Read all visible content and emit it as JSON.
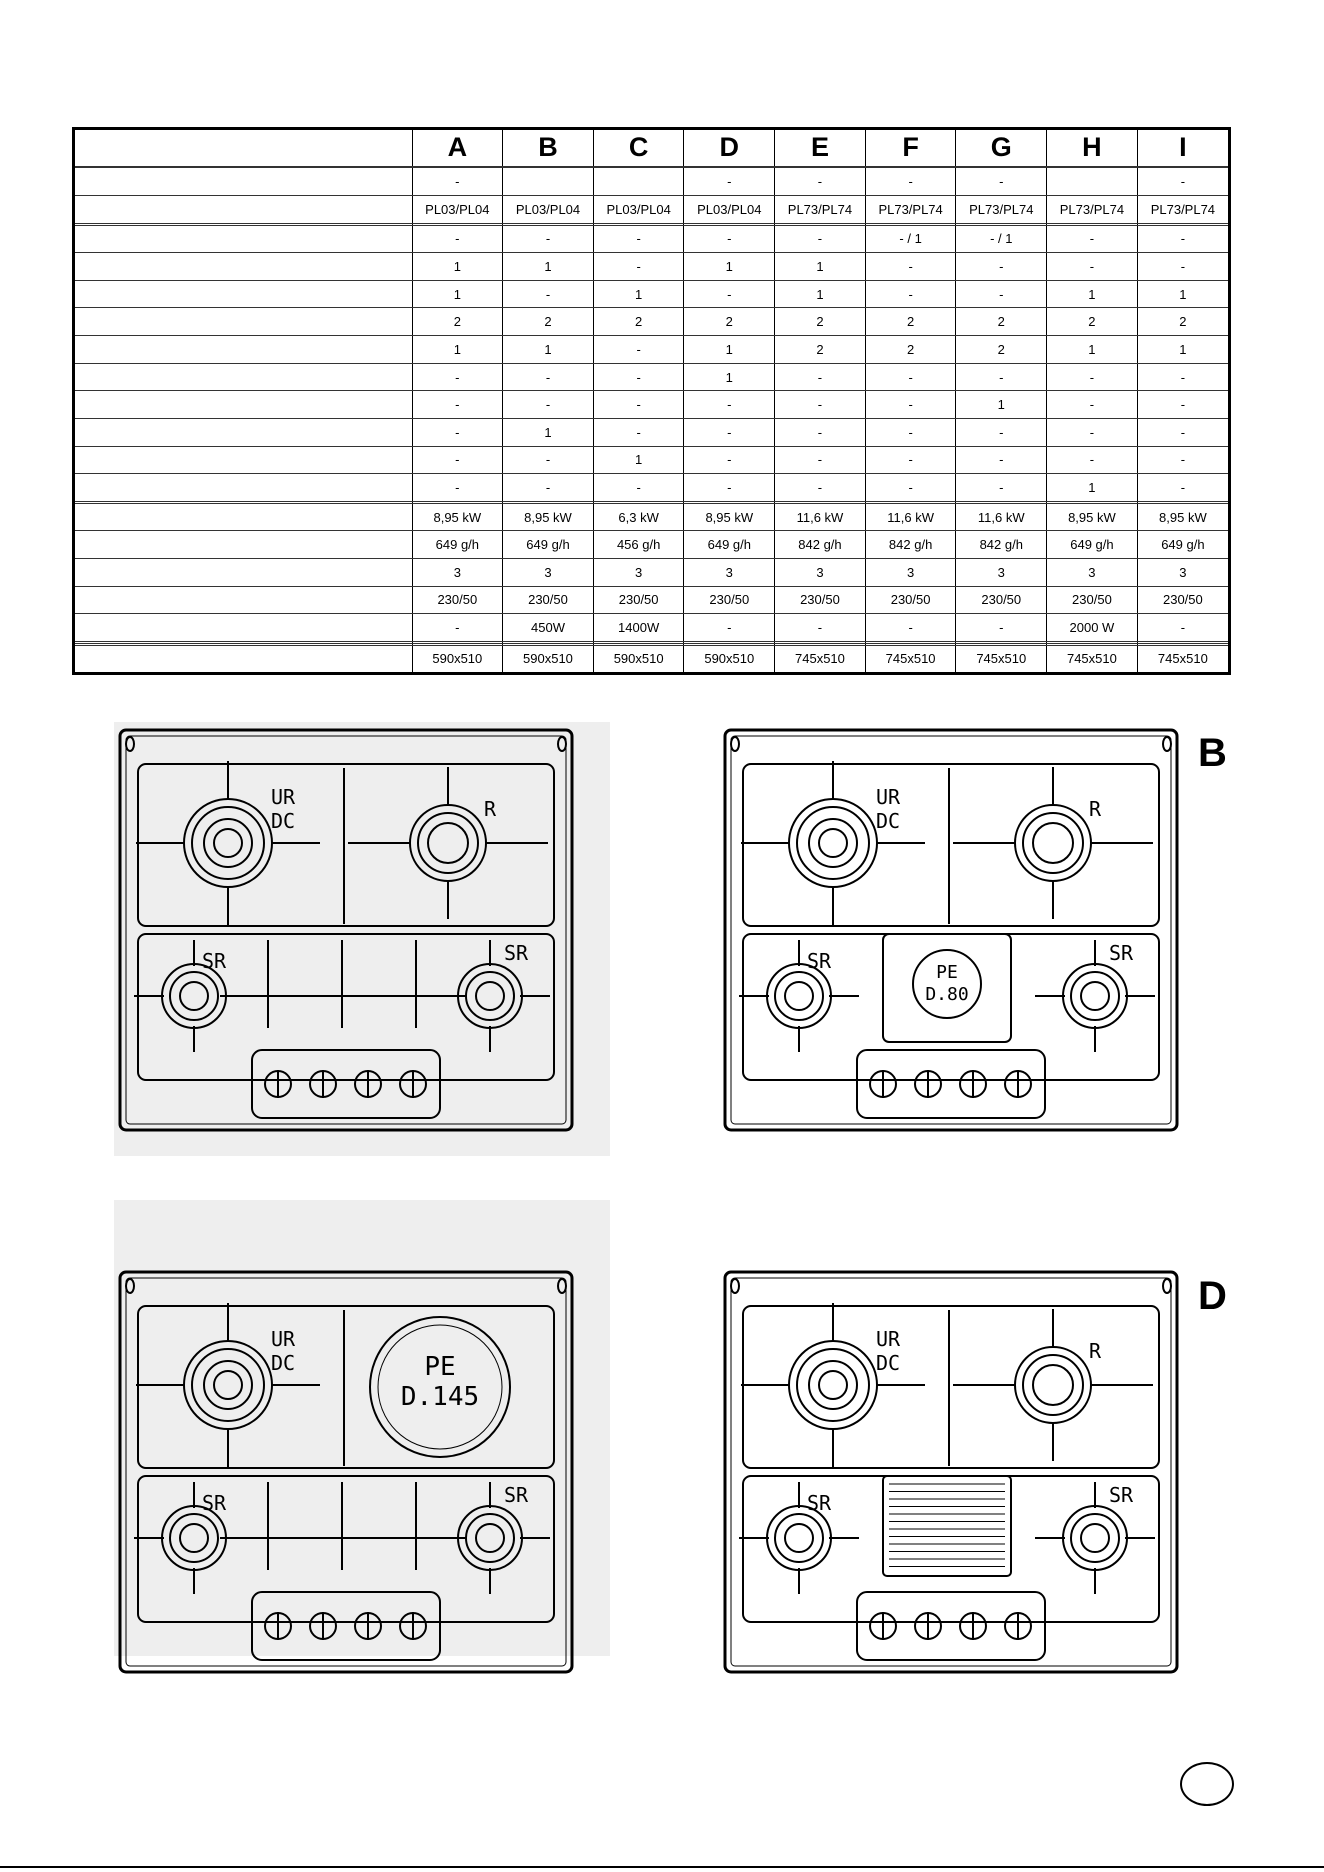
{
  "table": {
    "columns": [
      "A",
      "B",
      "C",
      "D",
      "E",
      "F",
      "G",
      "H",
      "I"
    ],
    "rows": [
      [
        "",
        "",
        "",
        "",
        "",
        "",
        "",
        "",
        ""
      ],
      [
        "-",
        "",
        "",
        "-",
        "-",
        "-",
        "-",
        "",
        "-"
      ],
      [
        "PL03/PL04",
        "PL03/PL04",
        "PL03/PL04",
        "PL03/PL04",
        "PL73/PL74",
        "PL73/PL74",
        "PL73/PL74",
        "PL73/PL74",
        "PL73/PL74"
      ],
      [
        "",
        "",
        "",
        "",
        "",
        "",
        "",
        "",
        ""
      ],
      [
        "-",
        "-",
        "-",
        "-",
        "-",
        "- / 1",
        "- / 1",
        "-",
        "-"
      ],
      [
        "1",
        "1",
        "-",
        "1",
        "1",
        "-",
        "-",
        "-",
        "-"
      ],
      [
        "1",
        "-",
        "1",
        "-",
        "1",
        "-",
        "-",
        "1",
        "1"
      ],
      [
        "2",
        "2",
        "2",
        "2",
        "2",
        "2",
        "2",
        "2",
        "2"
      ],
      [
        "1",
        "1",
        "-",
        "1",
        "2",
        "2",
        "2",
        "1",
        "1"
      ],
      [
        "-",
        "-",
        "-",
        "1",
        "-",
        "-",
        "-",
        "-",
        "-"
      ],
      [
        "-",
        "-",
        "-",
        "-",
        "-",
        "-",
        "1",
        "-",
        "-"
      ],
      [
        "-",
        "1",
        "-",
        "-",
        "-",
        "-",
        "-",
        "-",
        "-"
      ],
      [
        "-",
        "-",
        "1",
        "-",
        "-",
        "-",
        "-",
        "-",
        "-"
      ],
      [
        "-",
        "-",
        "-",
        "-",
        "-",
        "-",
        "-",
        "1",
        "-"
      ],
      [
        "",
        "",
        "",
        "",
        "",
        "",
        "",
        "",
        ""
      ],
      [
        "8,95 kW",
        "8,95 kW",
        "6,3 kW",
        "8,95 kW",
        "11,6 kW",
        "11,6 kW",
        "11,6 kW",
        "8,95 kW",
        "8,95 kW"
      ],
      [
        "649 g/h",
        "649 g/h",
        "456 g/h",
        "649 g/h",
        "842 g/h",
        "842 g/h",
        "842 g/h",
        "649 g/h",
        "649 g/h"
      ],
      [
        "3",
        "3",
        "3",
        "3",
        "3",
        "3",
        "3",
        "3",
        "3"
      ],
      [
        "230/50",
        "230/50",
        "230/50",
        "230/50",
        "230/50",
        "230/50",
        "230/50",
        "230/50",
        "230/50"
      ],
      [
        "-",
        "450W",
        "1400W",
        "-",
        "-",
        "-",
        "-",
        "2000 W",
        "-"
      ],
      [
        "",
        "",
        "",
        "",
        "",
        "",
        "",
        "",
        ""
      ],
      [
        "",
        "",
        "",
        "",
        "",
        "",
        "",
        "",
        ""
      ],
      [
        "590x510",
        "590x510",
        "590x510",
        "590x510",
        "745x510",
        "745x510",
        "745x510",
        "745x510",
        "745x510"
      ]
    ]
  },
  "figures": {
    "A": {
      "letter": "",
      "top_left": [
        "UR",
        "DC"
      ],
      "top_right": [
        "R"
      ],
      "bottom_left": "SR",
      "bottom_right": "SR"
    },
    "B": {
      "letter": "B",
      "top_left": [
        "UR",
        "DC"
      ],
      "top_right": [
        "R"
      ],
      "middle": [
        "PE",
        "D.80"
      ],
      "bottom_left": "SR",
      "bottom_right": "SR"
    },
    "C": {
      "letter": "",
      "top_left": [
        "UR",
        "DC"
      ],
      "top_right": [
        "PE",
        "D.145"
      ],
      "bottom_left": "SR",
      "bottom_right": "SR"
    },
    "D": {
      "letter": "D",
      "top_left": [
        "UR",
        "DC"
      ],
      "top_right": [
        "R"
      ],
      "bottom_left": "SR",
      "bottom_right": "SR"
    }
  },
  "page_marker": ""
}
